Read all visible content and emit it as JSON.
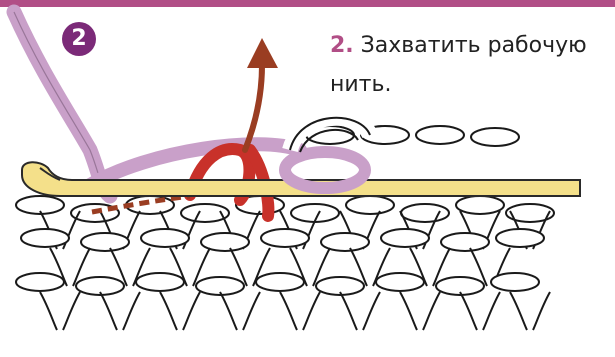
{
  "step": {
    "number": "2",
    "caption_number": "2.",
    "caption_text": "Захватить рабочую нить."
  },
  "colors": {
    "accent": "#b14e86",
    "badge": "#7b2a78",
    "working_yarn": "#c9a0c9",
    "hook": "#f4e08a",
    "arrow": "#9a3d22",
    "loop_red": "#c8312a"
  },
  "icons": {
    "badge": "numbered-circle-icon",
    "arrow": "curved-arrow-icon"
  }
}
